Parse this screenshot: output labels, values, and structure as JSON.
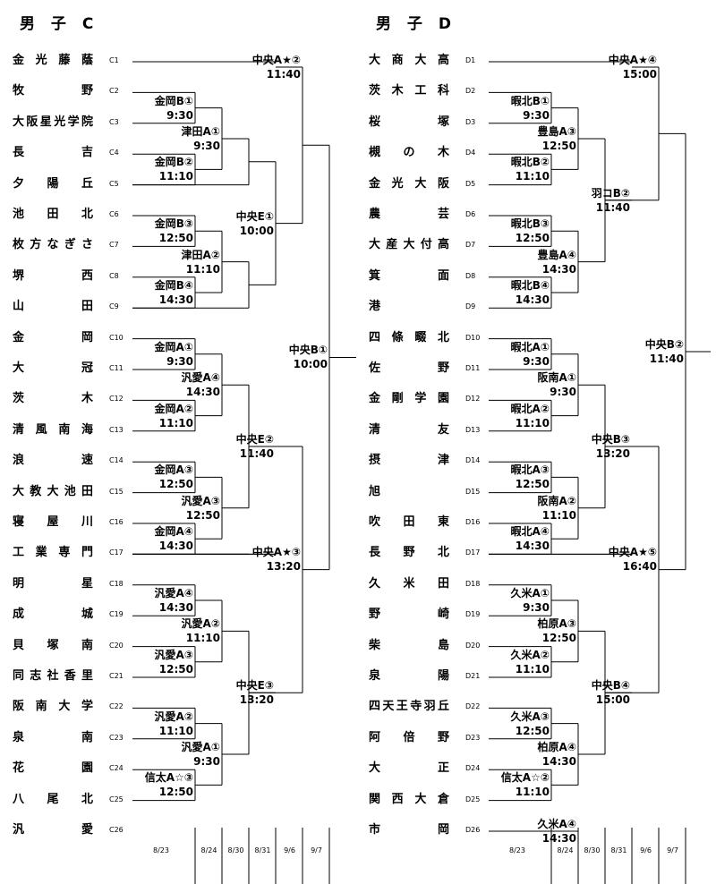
{
  "brackets": [
    {
      "title": "男 子 C",
      "teams": [
        {
          "code": "C1",
          "name": "金光藤蔭"
        },
        {
          "code": "C2",
          "name": "牧野"
        },
        {
          "code": "C3",
          "name": "大阪星光学院"
        },
        {
          "code": "C4",
          "name": "長吉"
        },
        {
          "code": "C5",
          "name": "夕陽丘"
        },
        {
          "code": "C6",
          "name": "池田北"
        },
        {
          "code": "C7",
          "name": "枚方なぎさ"
        },
        {
          "code": "C8",
          "name": "堺西"
        },
        {
          "code": "C9",
          "name": "山田"
        },
        {
          "code": "C10",
          "name": "金岡"
        },
        {
          "code": "C11",
          "name": "大冠"
        },
        {
          "code": "C12",
          "name": "茨木"
        },
        {
          "code": "C13",
          "name": "清風南海"
        },
        {
          "code": "C14",
          "name": "浪速"
        },
        {
          "code": "C15",
          "name": "大教大池田"
        },
        {
          "code": "C16",
          "name": "寝屋川"
        },
        {
          "code": "C17",
          "name": "工業専門"
        },
        {
          "code": "C18",
          "name": "明星"
        },
        {
          "code": "C19",
          "name": "成城"
        },
        {
          "code": "C20",
          "name": "貝塚南"
        },
        {
          "code": "C21",
          "name": "同志社香里"
        },
        {
          "code": "C22",
          "name": "阪南大学"
        },
        {
          "code": "C23",
          "name": "泉南"
        },
        {
          "code": "C24",
          "name": "花園"
        },
        {
          "code": "C25",
          "name": "八尾北"
        },
        {
          "code": "C26",
          "name": "汎愛"
        }
      ],
      "matches": [
        {
          "venue": "金岡B①",
          "time": "9:30"
        },
        {
          "venue": "金岡B②",
          "time": "11:10"
        },
        {
          "venue": "金岡B③",
          "time": "12:50"
        },
        {
          "venue": "金岡B④",
          "time": "14:30"
        },
        {
          "venue": "金岡A①",
          "time": "9:30"
        },
        {
          "venue": "金岡A②",
          "time": "11:10"
        },
        {
          "venue": "金岡A③",
          "time": "12:50"
        },
        {
          "venue": "金岡A④",
          "time": "14:30"
        },
        {
          "venue": "汎愛A④",
          "time": "14:30"
        },
        {
          "venue": "汎愛A③",
          "time": "12:50"
        },
        {
          "venue": "汎愛A②",
          "time": "11:10"
        },
        {
          "venue": "信太A☆③",
          "time": "12:50"
        },
        {
          "venue": "津田A①",
          "time": "9:30"
        },
        {
          "venue": "津田A②",
          "time": "11:10"
        },
        {
          "venue": "汎愛A④",
          "time": "14:30"
        },
        {
          "venue": "汎愛A③",
          "time": "12:50"
        },
        {
          "venue": "汎愛A②",
          "time": "11:10"
        },
        {
          "venue": "汎愛A①",
          "time": "9:30"
        },
        {
          "venue": "中央A★②",
          "time": "11:40"
        },
        {
          "venue": "中央E①",
          "time": "10:00"
        },
        {
          "venue": "中央E②",
          "time": "11:40"
        },
        {
          "venue": "中央A★③",
          "time": "13:20"
        },
        {
          "venue": "中央E③",
          "time": "13:20"
        },
        {
          "venue": "中央B①",
          "time": "10:00"
        }
      ],
      "dates": [
        "8/23",
        "8/24",
        "8/30",
        "8/31",
        "9/6",
        "9/7"
      ]
    },
    {
      "title": "男 子 D",
      "teams": [
        {
          "code": "D1",
          "name": "大商大高"
        },
        {
          "code": "D2",
          "name": "茨木工科"
        },
        {
          "code": "D3",
          "name": "桜塚"
        },
        {
          "code": "D4",
          "name": "槻の木"
        },
        {
          "code": "D5",
          "name": "金光大阪"
        },
        {
          "code": "D6",
          "name": "農芸"
        },
        {
          "code": "D7",
          "name": "大産大付高"
        },
        {
          "code": "D8",
          "name": "箕面"
        },
        {
          "code": "D9",
          "name": "港"
        },
        {
          "code": "D10",
          "name": "四條畷北"
        },
        {
          "code": "D11",
          "name": "佐野"
        },
        {
          "code": "D12",
          "name": "金剛学園"
        },
        {
          "code": "D13",
          "name": "清友"
        },
        {
          "code": "D14",
          "name": "摂津"
        },
        {
          "code": "D15",
          "name": "旭"
        },
        {
          "code": "D16",
          "name": "吹田東"
        },
        {
          "code": "D17",
          "name": "長野北"
        },
        {
          "code": "D18",
          "name": "久米田"
        },
        {
          "code": "D19",
          "name": "野崎"
        },
        {
          "code": "D20",
          "name": "柴島"
        },
        {
          "code": "D21",
          "name": "泉陽"
        },
        {
          "code": "D22",
          "name": "四天王寺羽丘"
        },
        {
          "code": "D23",
          "name": "阿倍野"
        },
        {
          "code": "D24",
          "name": "大正"
        },
        {
          "code": "D25",
          "name": "関西大倉"
        },
        {
          "code": "D26",
          "name": "市岡"
        }
      ],
      "matches": [
        {
          "venue": "暇北B①",
          "time": "9:30"
        },
        {
          "venue": "暇北B②",
          "time": "11:10"
        },
        {
          "venue": "暇北B③",
          "time": "12:50"
        },
        {
          "venue": "暇北B④",
          "time": "14:30"
        },
        {
          "venue": "暇北A①",
          "time": "9:30"
        },
        {
          "venue": "暇北A②",
          "time": "11:10"
        },
        {
          "venue": "暇北A③",
          "time": "12:50"
        },
        {
          "venue": "暇北A④",
          "time": "14:30"
        },
        {
          "venue": "久米A①",
          "time": "9:30"
        },
        {
          "venue": "久米A②",
          "time": "11:10"
        },
        {
          "venue": "久米A③",
          "time": "12:50"
        },
        {
          "venue": "信太A☆②",
          "time": "11:10"
        },
        {
          "venue": "豊島A③",
          "time": "12:50"
        },
        {
          "venue": "豊島A④",
          "time": "14:30"
        },
        {
          "venue": "阪南A①",
          "time": "9:30"
        },
        {
          "venue": "阪南A②",
          "time": "11:10"
        },
        {
          "venue": "柏原A③",
          "time": "12:50"
        },
        {
          "venue": "柏原A④",
          "time": "14:30"
        },
        {
          "venue": "久米A④",
          "time": "14:30"
        },
        {
          "venue": "中央A★④",
          "time": "15:00"
        },
        {
          "venue": "羽コB②",
          "time": "11:40"
        },
        {
          "venue": "中央B③",
          "time": "13:20"
        },
        {
          "venue": "中央A★⑤",
          "time": "16:40"
        },
        {
          "venue": "中央B④",
          "time": "15:00"
        },
        {
          "venue": "中央B②",
          "time": "11:40"
        }
      ],
      "dates": [
        "8/23",
        "8/24",
        "8/30",
        "8/31",
        "9/6",
        "9/7"
      ]
    }
  ]
}
